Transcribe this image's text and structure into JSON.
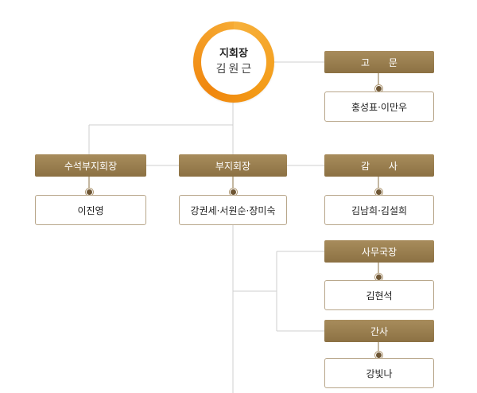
{
  "head": {
    "title": "지회장",
    "name": "김원근"
  },
  "advisor": {
    "role": "고 문",
    "members": "홍성표·이만우"
  },
  "senior_vice": {
    "role": "수석부지회장",
    "members": "이진영"
  },
  "vice": {
    "role": "부지회장",
    "members": "강권세·서원순·장미숙"
  },
  "auditor": {
    "role": "감 사",
    "members": "김남희·김설희"
  },
  "secretary_general": {
    "role": "사무국장",
    "members": "김현석"
  },
  "secretary": {
    "role": "간사",
    "members": "강빛나"
  },
  "colors": {
    "role_box": "#9c7f50",
    "member_border": "#b8a68a",
    "connector": "#cccccc",
    "head_ring": "#f39a16"
  }
}
